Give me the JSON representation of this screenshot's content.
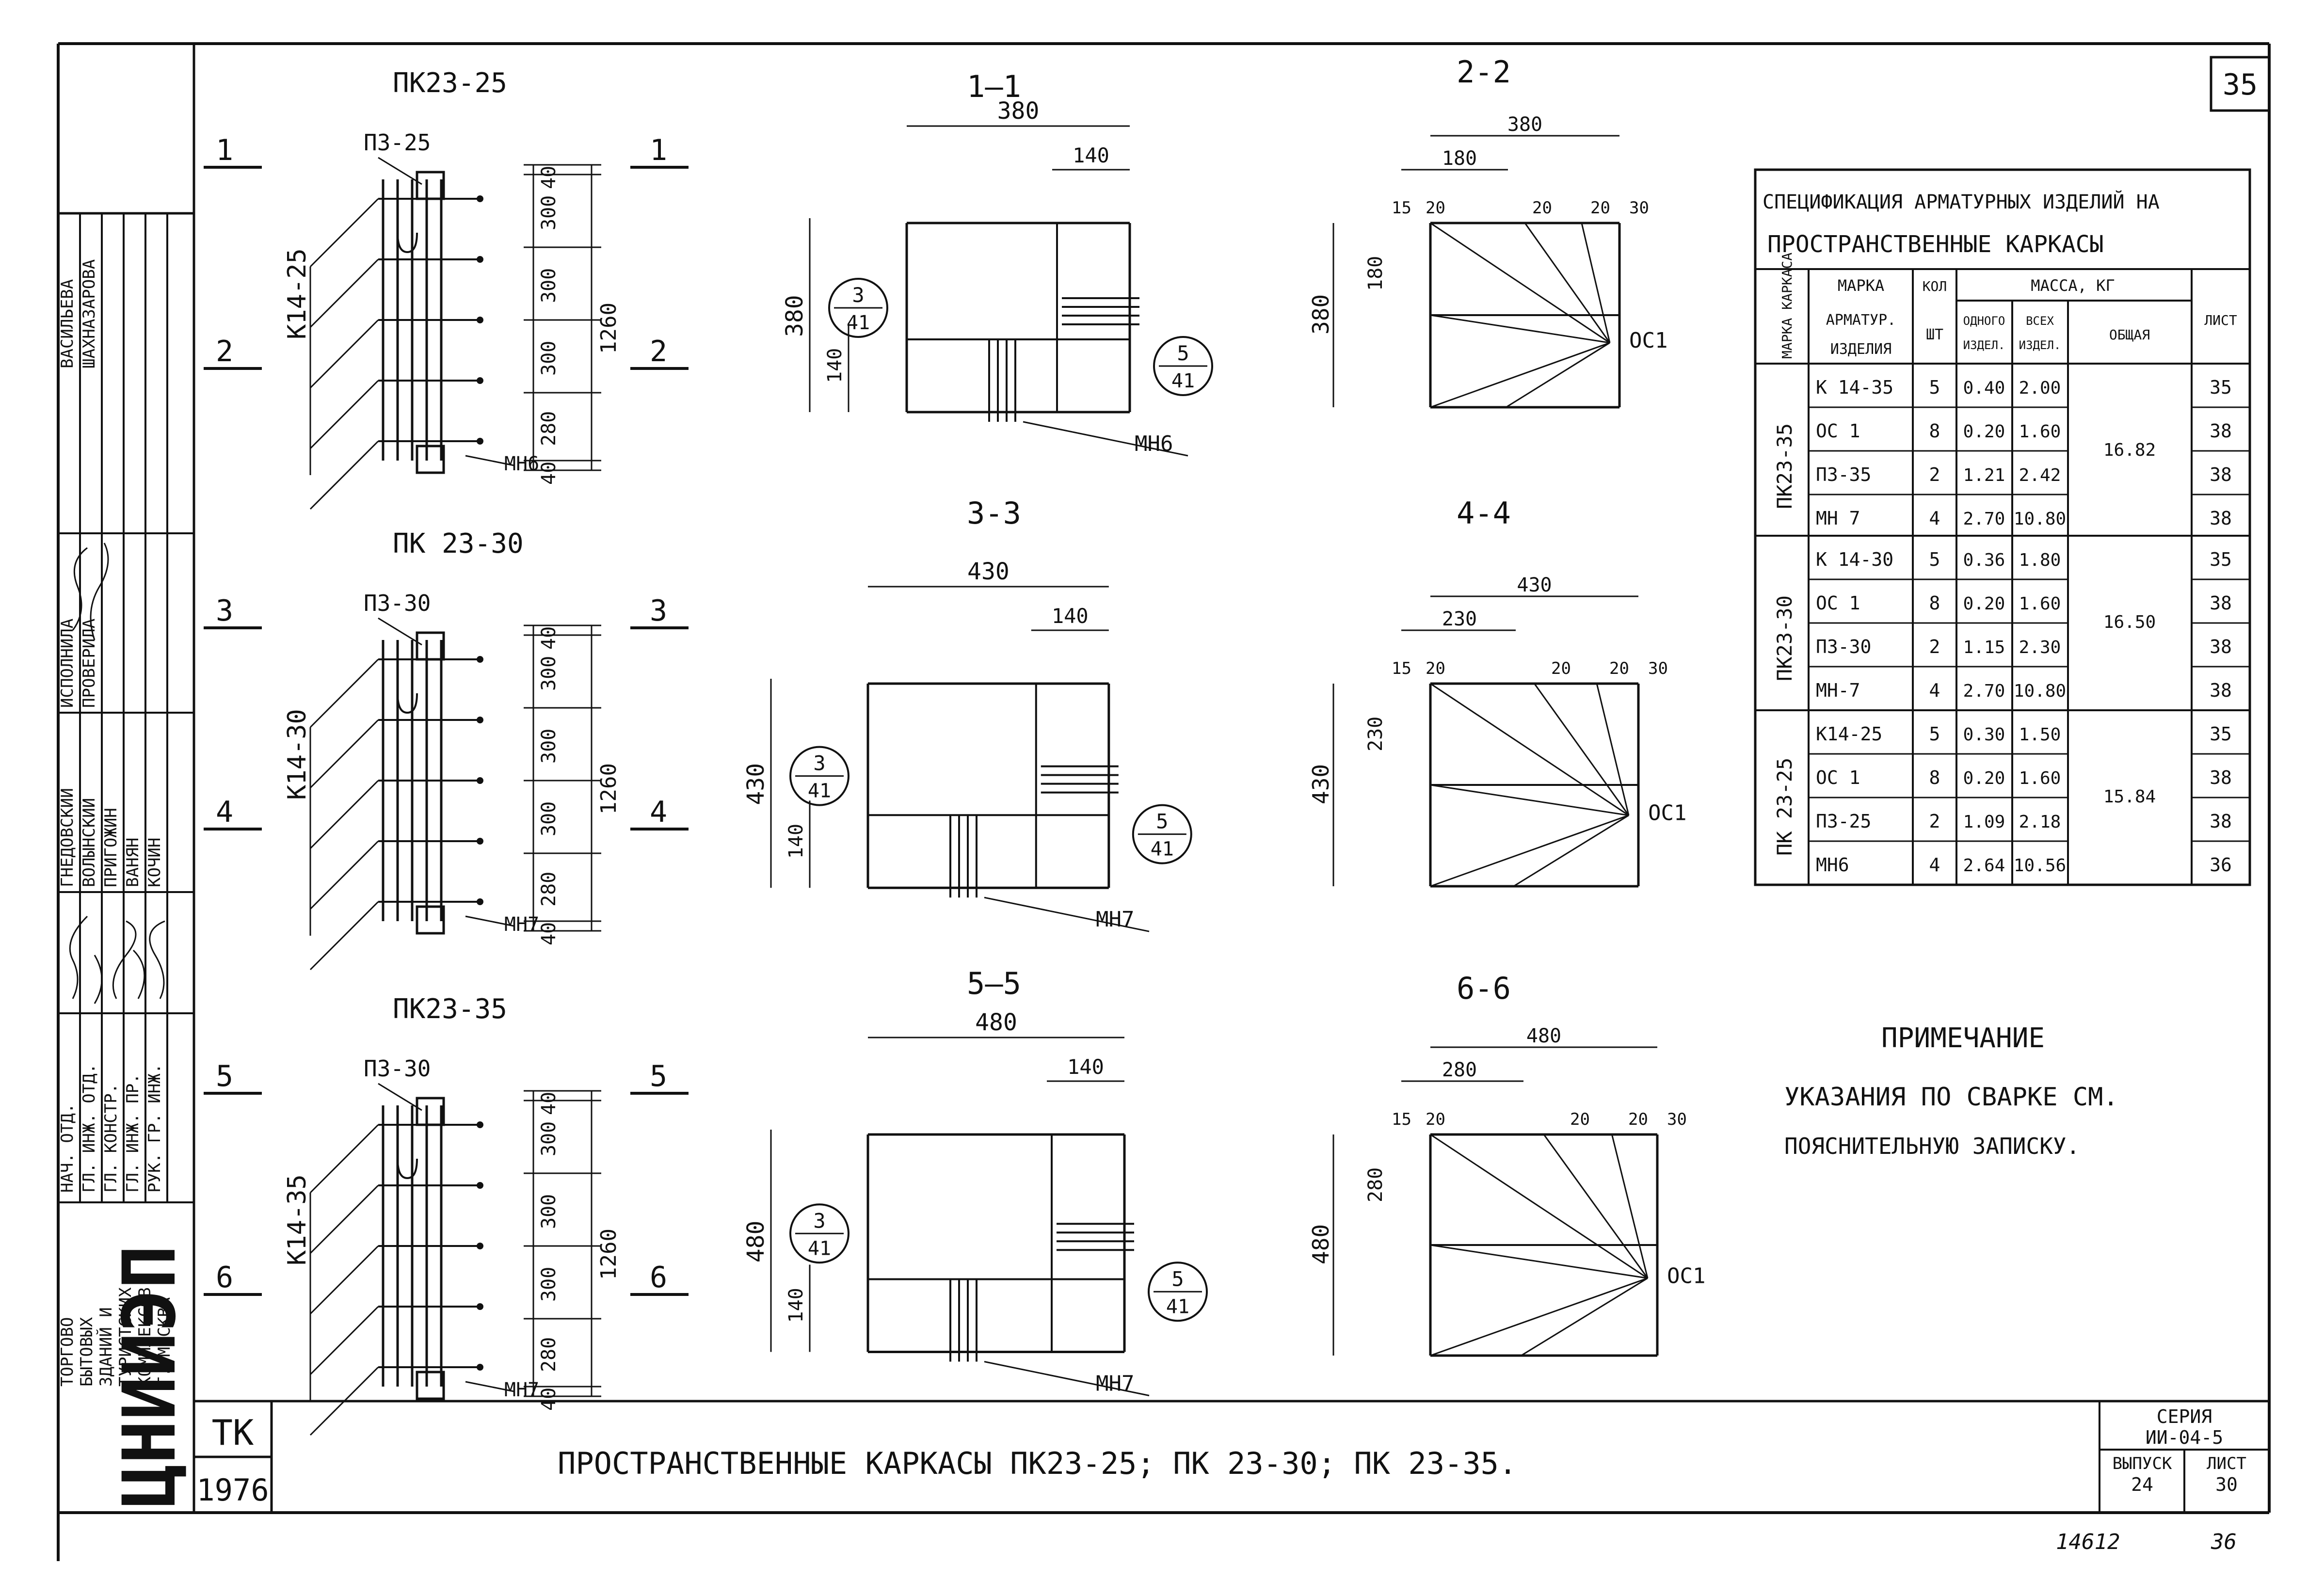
{
  "page_number": "35",
  "sections": {
    "s1": "1—1",
    "s2": "2-2",
    "s3": "3-3",
    "s4": "4-4",
    "s5": "5—5",
    "s6": "6-6"
  },
  "views": [
    {
      "mark": "ПК23-25",
      "top_part": "ПЗ-25",
      "rod": "К14-25",
      "bottom_part": "МН6",
      "sec_top": "1",
      "sec_bot": "2",
      "dims": [
        "40",
        "300",
        "300",
        "300",
        "280",
        "40"
      ],
      "total": "1260"
    },
    {
      "mark": "ПК 23-30",
      "top_part": "ПЗ-30",
      "rod": "К14-30",
      "bottom_part": "МН7",
      "sec_top": "3",
      "sec_bot": "4",
      "dims": [
        "40",
        "300",
        "300",
        "300",
        "280",
        "40"
      ],
      "total": "1260"
    },
    {
      "mark": "ПК23-35",
      "top_part": "ПЗ-30",
      "rod": "К14-35",
      "bottom_part": "МН7",
      "sec_top": "5",
      "sec_bot": "6",
      "dims": [
        "40",
        "300",
        "300",
        "300",
        "280",
        "40"
      ],
      "total": "1260"
    }
  ],
  "plans": [
    {
      "width": "380",
      "inner": "140",
      "height": "380",
      "low": "140",
      "bottom_part": "МН6",
      "ref_a": "3",
      "ref_b": "41",
      "ref_c": "5",
      "ref_d": "41"
    },
    {
      "width": "430",
      "inner": "140",
      "height": "430",
      "low": "140",
      "bottom_part": "МН7",
      "ref_a": "3",
      "ref_b": "41",
      "ref_c": "5",
      "ref_d": "41"
    },
    {
      "width": "480",
      "inner": "140",
      "height": "480",
      "low": "140",
      "bottom_part": "МН7",
      "ref_a": "3",
      "ref_b": "41",
      "ref_c": "5",
      "ref_d": "41"
    }
  ],
  "elevations": [
    {
      "width": "380",
      "sub": "180",
      "height": "380",
      "mid": "180",
      "d15": "15",
      "d20a": "20",
      "d20b": "20",
      "d20c": "20",
      "d30": "30",
      "rod": "ОС1"
    },
    {
      "width": "430",
      "sub": "230",
      "height": "430",
      "mid": "230",
      "d15": "15",
      "d20a": "20",
      "d20b": "20",
      "d20c": "20",
      "d30": "30",
      "rod": "ОС1"
    },
    {
      "width": "480",
      "sub": "280",
      "height": "480",
      "mid": "280",
      "d15": "15",
      "d20a": "20",
      "d20b": "20",
      "d20c": "20",
      "d30": "30",
      "rod": "ОС1"
    }
  ],
  "spec": {
    "title_1": "СПЕЦИФИКАЦИЯ АРМАТУРНЫХ ИЗДЕЛИЙ НА",
    "title_2": "ПРОСТРАНСТВЕННЫЕ  КАРКАСЫ",
    "h_mark_frame": "МАРКА КАРКАСА",
    "h_mark_item_1": "МАРКА",
    "h_mark_item_2": "АРМАТУР.",
    "h_mark_item_3": "ИЗДЕЛИЯ",
    "h_qty_1": "КОЛ",
    "h_qty_2": "ШТ",
    "h_mass": "МАССА, КГ",
    "h_one_1": "ОДНОГО",
    "h_one_2": "ИЗДЕЛ.",
    "h_all_1": "ВСЕХ",
    "h_all_2": "ИЗДЕЛ.",
    "h_total": "ОБЩАЯ",
    "h_sheet": "ЛИСТ",
    "groups": [
      {
        "frame": "ПК23-35",
        "total": "16.82",
        "rows": [
          {
            "item": "К 14-35",
            "qty": "5",
            "one": "0.40",
            "all": "2.00",
            "sheet": "35"
          },
          {
            "item": "ОС 1",
            "qty": "8",
            "one": "0.20",
            "all": "1.60",
            "sheet": "38"
          },
          {
            "item": "ПЗ-35",
            "qty": "2",
            "one": "1.21",
            "all": "2.42",
            "sheet": "38"
          },
          {
            "item": "МН 7",
            "qty": "4",
            "one": "2.70",
            "all": "10.80",
            "sheet": "38"
          }
        ]
      },
      {
        "frame": "ПК23-30",
        "total": "16.50",
        "rows": [
          {
            "item": "К 14-30",
            "qty": "5",
            "one": "0.36",
            "all": "1.80",
            "sheet": "35"
          },
          {
            "item": "ОС 1",
            "qty": "8",
            "one": "0.20",
            "all": "1.60",
            "sheet": "38"
          },
          {
            "item": "ПЗ-30",
            "qty": "2",
            "one": "1.15",
            "all": "2.30",
            "sheet": "38"
          },
          {
            "item": "МН-7",
            "qty": "4",
            "one": "2.70",
            "all": "10.80",
            "sheet": "38"
          }
        ]
      },
      {
        "frame": "ПК 23-25",
        "total": "15.84",
        "rows": [
          {
            "item": "К14-25",
            "qty": "5",
            "one": "0.30",
            "all": "1.50",
            "sheet": "35"
          },
          {
            "item": "ОС 1",
            "qty": "8",
            "one": "0.20",
            "all": "1.60",
            "sheet": "38"
          },
          {
            "item": "ПЗ-25",
            "qty": "2",
            "one": "1.09",
            "all": "2.18",
            "sheet": "38"
          },
          {
            "item": "МН6",
            "qty": "4",
            "one": "2.64",
            "all": "10.56",
            "sheet": "36"
          }
        ]
      }
    ]
  },
  "note": {
    "title": "ПРИМЕЧАНИЕ",
    "line1": "УКАЗАНИЯ  ПО  СВАРКЕ  СМ.",
    "line2": "ПОЯСНИТЕЛЬНУЮ  ЗАПИСКУ."
  },
  "stamp": {
    "roles": [
      "НАЧ. ОТД.",
      "ГЛ. ИНЖ. ОТД.",
      "ГЛ. КОНСТР.",
      "ГЛ. ИНЖ. ПР.",
      "РУК. ГР. ИНЖ."
    ],
    "names": [
      "ГНЕДОВСКИЙ",
      "ВОЛЫНСКИЙ",
      "ПРИГОЖИН",
      "ВАНЯН",
      "КОЧИН"
    ],
    "checks": [
      "ИСПОЛНИЛА",
      "ПРОВЕРИЛА"
    ],
    "check_names": [
      "ВАСИЛЬЕВА",
      "ШАХНАЗАРОВА"
    ],
    "org": [
      "ТОРГОВО",
      "БЫТОВЫХ",
      "ЗДАНИЙ И",
      "ТУРИСТСКИХ",
      "КОМПЛЕКСОВ",
      "Г. МОСКВА"
    ],
    "logo": "ЦНИИЭП",
    "tk": "ТК",
    "year": "1976",
    "title": "ПРОСТРАНСТВЕННЫЕ   КАРКАСЫ   ПК23-25;  ПК 23-30;  ПК 23-35.",
    "series_label": "СЕРИЯ",
    "series": "ИИ-04-5",
    "issue_label": "ВЫПУСК",
    "issue": "24",
    "sheet_label": "ЛИСТ",
    "sheet": "30",
    "inv": "14612",
    "inv2": "36"
  }
}
